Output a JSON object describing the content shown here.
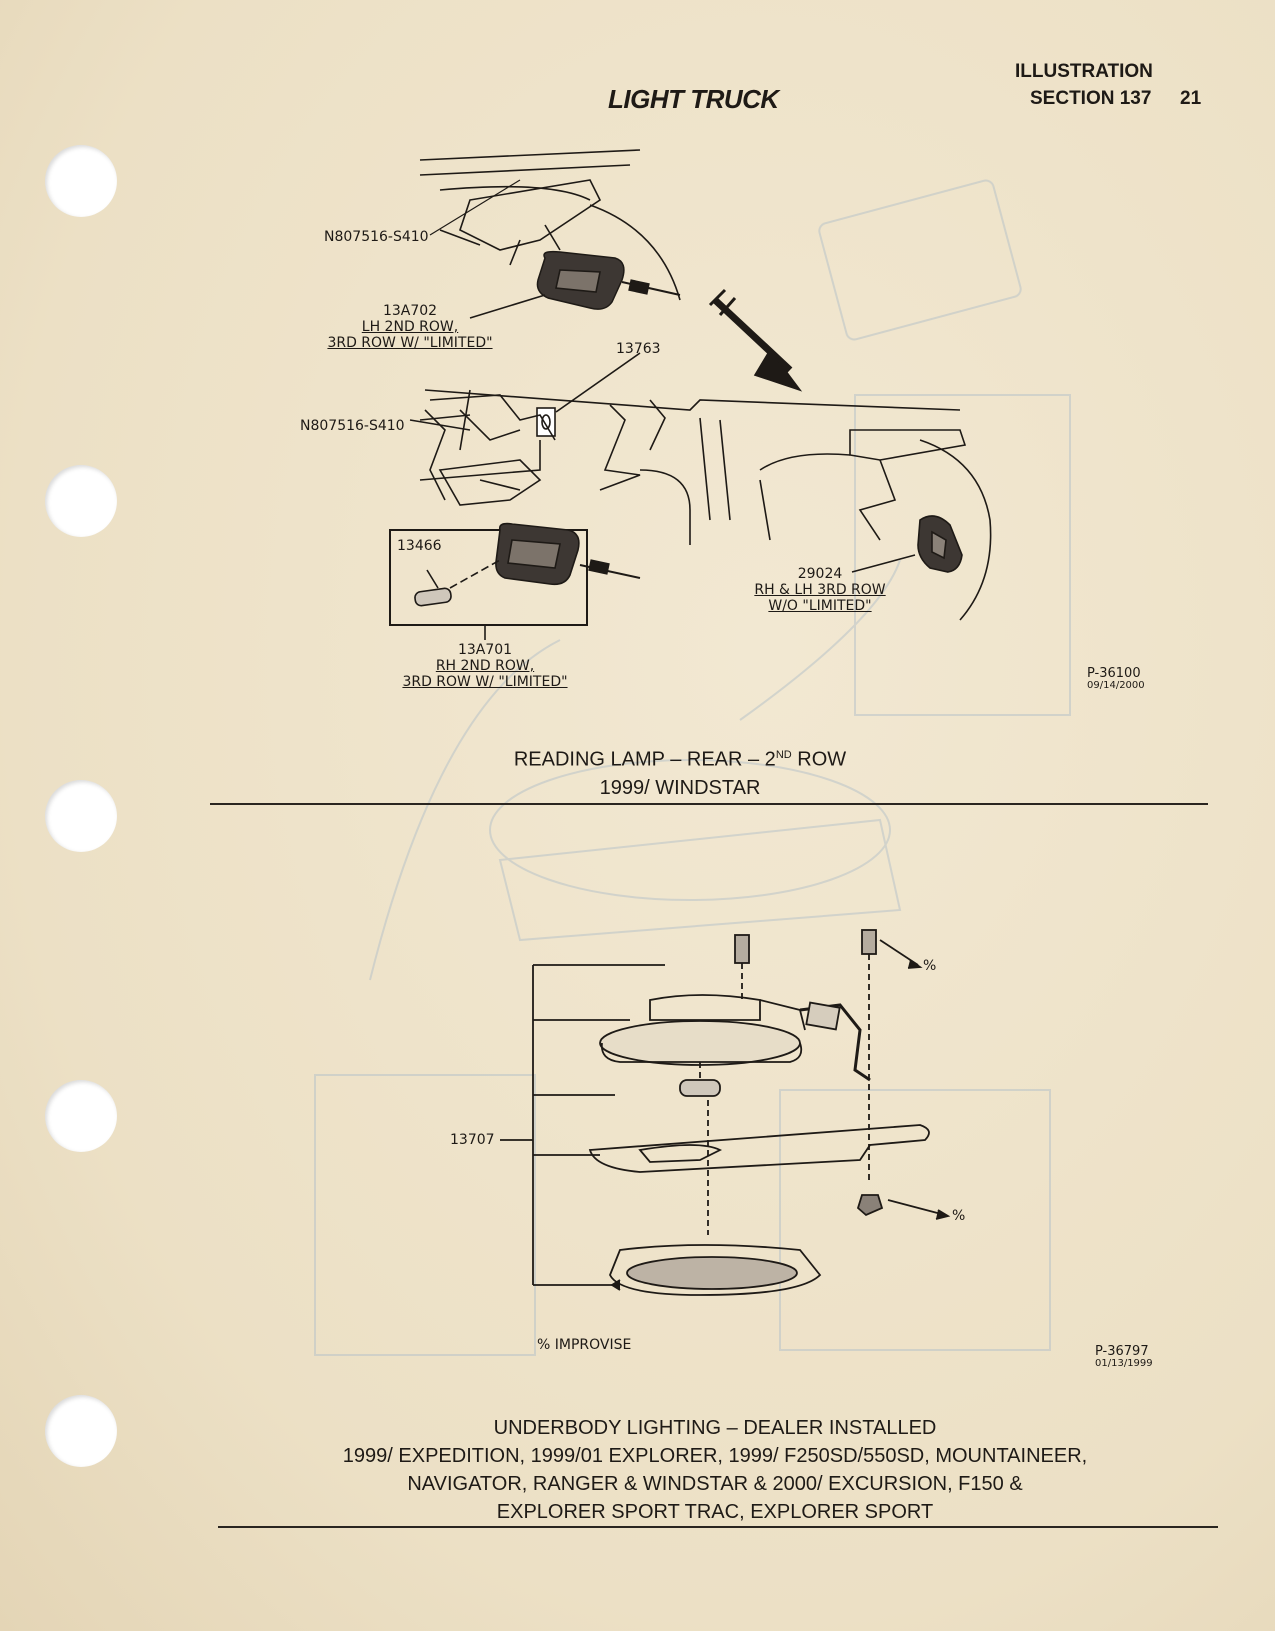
{
  "header": {
    "title": "LIGHT TRUCK",
    "illustration": "ILLUSTRATION",
    "section": "SECTION 137",
    "page_number": "21"
  },
  "figure1": {
    "labels": {
      "screw_top": "N807516-S410",
      "lamp_lh_part": "13A702",
      "lamp_lh_line1": "LH 2ND ROW,",
      "lamp_lh_line2": "3RD ROW W/ \"LIMITED\"",
      "part_13763": "13763",
      "screw_mid": "N807516-S410",
      "bulb": "13466",
      "lamp_rh_part": "13A701",
      "lamp_rh_line1": "RH 2ND ROW,",
      "lamp_rh_line2": "3RD ROW W/ \"LIMITED\"",
      "lamp_3rd_part": "29024",
      "lamp_3rd_line1": "RH & LH 3RD ROW",
      "lamp_3rd_line2": "W/O \"LIMITED\""
    },
    "ref_number": "P-36100",
    "ref_date": "09/14/2000",
    "caption_line1_prefix": "READING LAMP – REAR – 2",
    "caption_line1_sup": "ND",
    "caption_line1_suffix": " ROW",
    "caption_line2": "1999/ WINDSTAR"
  },
  "figure2": {
    "labels": {
      "part": "13707",
      "improvise_top": "%",
      "improvise_bottom": "%",
      "legend": "% IMPROVISE"
    },
    "ref_number": "P-36797",
    "ref_date": "01/13/1999",
    "caption_line1": "UNDERBODY LIGHTING – DEALER INSTALLED",
    "caption_line2": "1999/ EXPEDITION, 1999/01 EXPLORER, 1999/ F250SD/550SD, MOUNTAINEER,",
    "caption_line3": "NAVIGATOR, RANGER & WINDSTAR & 2000/ EXCURSION, F150 &",
    "caption_line4": "EXPLORER SPORT TRAC, EXPLORER SPORT"
  }
}
